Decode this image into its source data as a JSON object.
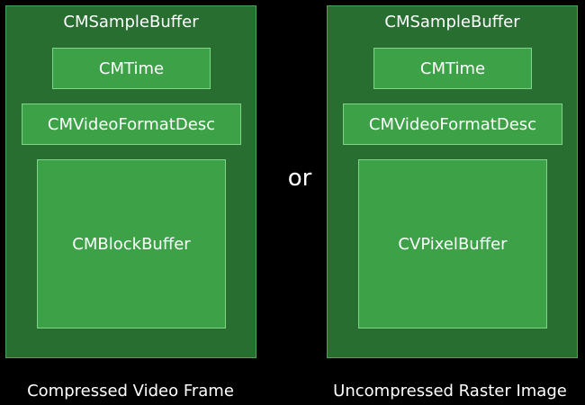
{
  "left": {
    "title": "CMSampleBuffer",
    "time_label": "CMTime",
    "format_label": "CMVideoFormatDesc",
    "buffer_label": "CMBlockBuffer",
    "caption": "Compressed Video Frame"
  },
  "connector": "or",
  "right": {
    "title": "CMSampleBuffer",
    "time_label": "CMTime",
    "format_label": "CMVideoFormatDesc",
    "buffer_label": "CVPixelBuffer",
    "caption": "Uncompressed Raster Image"
  },
  "colors": {
    "background": "#000000",
    "outer_panel": "#296e31",
    "inner_box": "#3da148",
    "border": "#7ed487"
  }
}
